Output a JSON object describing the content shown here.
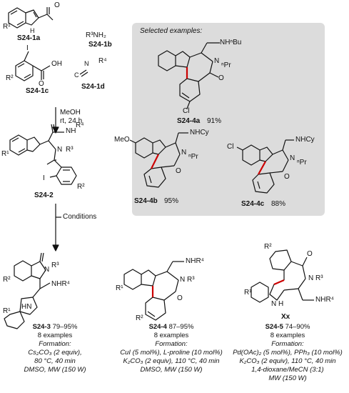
{
  "reagents": {
    "s1a": {
      "label": "S24-1a",
      "r": "R¹"
    },
    "s1b": {
      "label": "S24-1b",
      "formula": "R³NH₂"
    },
    "s1c": {
      "label": "S24-1c",
      "r": "R²",
      "x": "I",
      "cooh": "OH",
      "o": "O"
    },
    "s1d": {
      "label": "S24-1d",
      "r": "R⁴"
    }
  },
  "step1": {
    "line1": "MeOH",
    "line2": "rt, 24 h"
  },
  "intermediate": {
    "label": "S24-2",
    "r1": "R¹",
    "r2": "R²",
    "r3": "R³",
    "r4": "R⁴",
    "i": "I",
    "nh": "NH"
  },
  "conditions_label": "Conditions",
  "selected": {
    "heading": "Selected examples:",
    "ex_a": {
      "label": "S24-4a",
      "yield": "91%",
      "amide": "NHⁿBu",
      "npr": "ⁿPr",
      "sub": "Cl"
    },
    "ex_b": {
      "label": "S24-4b",
      "yield": "95%",
      "amide": "NHCy",
      "npr": "ⁿPr",
      "sub": "MeO"
    },
    "ex_c": {
      "label": "S24-4c",
      "yield": "88%",
      "amide": "NHCy",
      "npr": "ⁿPr",
      "sub": "Cl"
    }
  },
  "products": [
    {
      "label": "S24-3",
      "yield": "79–95%",
      "examples": "8 examples",
      "formation": "Formation:",
      "conditions": [
        "Cs₂CO₃ (2 equiv),",
        "80 °C, 40 min",
        "DMSO, MW (150 W)"
      ]
    },
    {
      "label": "S24-4",
      "yield": "87–95%",
      "examples": "8 examples",
      "formation": "Formation:",
      "conditions": [
        "CuI (5 mol%), L-proline (10 mol%)",
        "K₂CO₃ (2 equiv), 110 °C, 40 min",
        "DMSO, MW (150 W)"
      ]
    },
    {
      "label": "S24-5",
      "yield": "74–90%",
      "examples": "8 examples",
      "formation": "Formation:",
      "conditions": [
        "Pd(OAc)₂ (5 mol%), PPh₃ (10 mol%)",
        "K₂CO₃ (2 equiv), 110 °C, 40 min",
        "1,4-dioxane/MeCN (3:1)",
        "MW (150 W)"
      ]
    }
  ],
  "xx_label": "Xx",
  "colors": {
    "highlight_bond": "#cc0000",
    "box_fill": "#dcdcdc"
  }
}
